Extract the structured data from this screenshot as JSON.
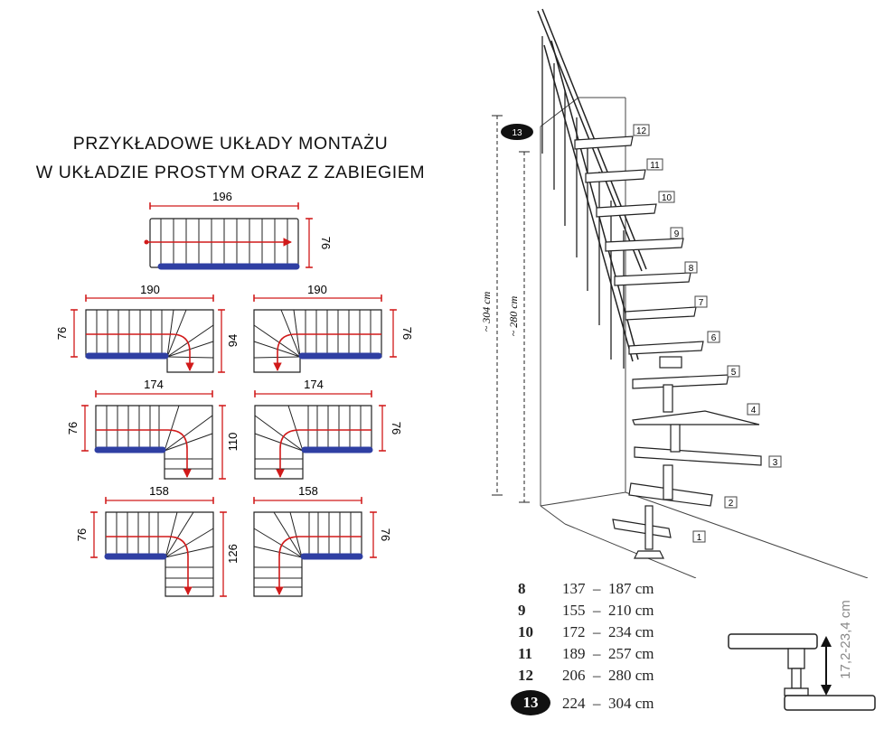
{
  "title": {
    "line1": "PRZYKŁADOWE UKŁADY MONTAŻU",
    "line2": "W UKŁADZIE PROSTYM ORAZ Z ZABIEGIEM"
  },
  "layouts": {
    "straight": {
      "width": "196",
      "depth": "76"
    },
    "quarter_190": {
      "width": "190",
      "depth": "76",
      "side": "94"
    },
    "quarter_174": {
      "width": "174",
      "depth": "76",
      "side": "110"
    },
    "quarter_158": {
      "width": "158",
      "depth": "76",
      "side": "126"
    }
  },
  "stair_figure": {
    "highlight_count": "13",
    "dim_total": "~ 304 cm",
    "dim_floor": "~ 280 cm",
    "step_labels": [
      "1",
      "2",
      "3",
      "4",
      "5",
      "6",
      "7",
      "8",
      "9",
      "10",
      "11",
      "12"
    ]
  },
  "height_table": [
    {
      "steps": "8",
      "min": "137",
      "max": "187",
      "unit": "cm"
    },
    {
      "steps": "9",
      "min": "155",
      "max": "210",
      "unit": "cm"
    },
    {
      "steps": "10",
      "min": "172",
      "max": "234",
      "unit": "cm"
    },
    {
      "steps": "11",
      "min": "189",
      "max": "257",
      "unit": "cm"
    },
    {
      "steps": "12",
      "min": "206",
      "max": "280",
      "unit": "cm"
    },
    {
      "steps": "13",
      "min": "224",
      "max": "304",
      "unit": "cm",
      "highlighted": true
    }
  ],
  "riser_detail": {
    "label": "17,2-23,4 cm"
  },
  "colors": {
    "dimension": "#d11a1a",
    "landing_bar": "#2f3fa3",
    "line": "#222222"
  }
}
